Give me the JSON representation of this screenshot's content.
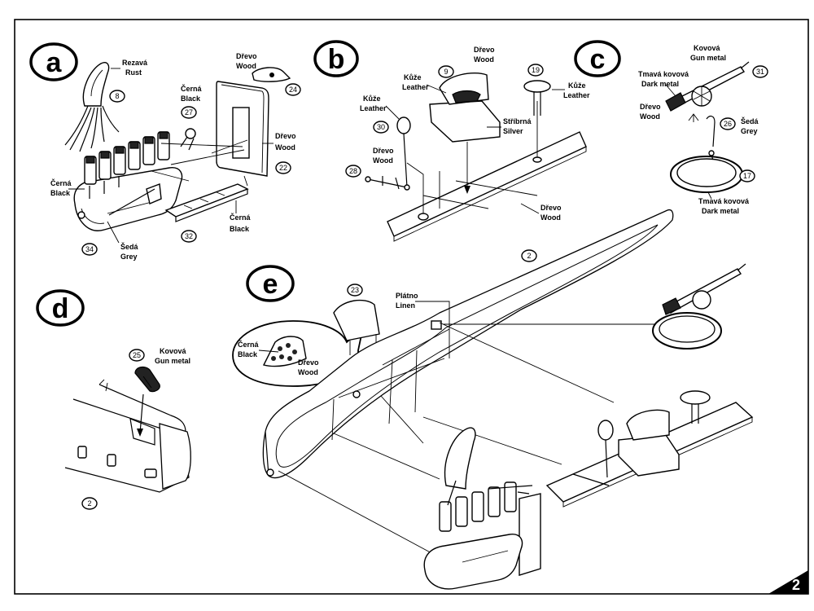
{
  "page_number": "2",
  "steps": {
    "a": "a",
    "b": "b",
    "c": "c",
    "d": "d",
    "e": "e"
  },
  "a": {
    "part_8": "8",
    "part_27": "27",
    "part_24": "24",
    "part_22": "22",
    "part_32": "32",
    "part_34": "34",
    "rust_cz": "Rezavá",
    "rust_en": "Rust",
    "black1_cz": "Černá",
    "black1_en": "Black",
    "wood1_cz": "Dřevo",
    "wood1_en": "Wood",
    "wood2_cz": "Dřevo",
    "wood2_en": "Wood",
    "black2_cz": "Černá",
    "black2_en": "Black",
    "black3_cz": "Černá",
    "black3_en": "Black",
    "grey_cz": "Šedá",
    "grey_en": "Grey"
  },
  "b": {
    "part_9": "9",
    "part_30": "30",
    "part_28": "28",
    "part_2": "2",
    "wood1_cz": "Dřevo",
    "wood1_en": "Wood",
    "leather1_cz": "Kůže",
    "leather1_en": "Leather",
    "leather2_cz": "Kůže",
    "leather2_en": "Leather",
    "silver_cz": "Stříbrná",
    "silver_en": "Silver",
    "wood2_cz": "Dřevo",
    "wood2_en": "Wood",
    "wood3_cz": "Dřevo",
    "wood3_en": "Wood"
  },
  "b2": {
    "part_19": "19",
    "leather_cz": "Kůže",
    "leather_en": "Leather"
  },
  "c": {
    "part_31": "31",
    "part_26": "26",
    "part_17": "17",
    "gun_cz": "Kovová",
    "gun_en": "Gun metal",
    "dark1_cz": "Tmavá kovová",
    "dark1_en": "Dark metal",
    "wood_cz": "Dřevo",
    "wood_en": "Wood",
    "grey_cz": "Šedá",
    "grey_en": "Grey",
    "dark2_cz": "Tmavá kovová",
    "dark2_en": "Dark metal"
  },
  "d": {
    "part_25": "25",
    "part_2": "2",
    "gun_cz": "Kovová",
    "gun_en": "Gun metal"
  },
  "e": {
    "part_23": "23",
    "linen_cz": "Plátno",
    "linen_en": "Linen",
    "black_cz": "Černá",
    "black_en": "Black",
    "wood_cz": "Dřevo",
    "wood_en": "Wood"
  }
}
